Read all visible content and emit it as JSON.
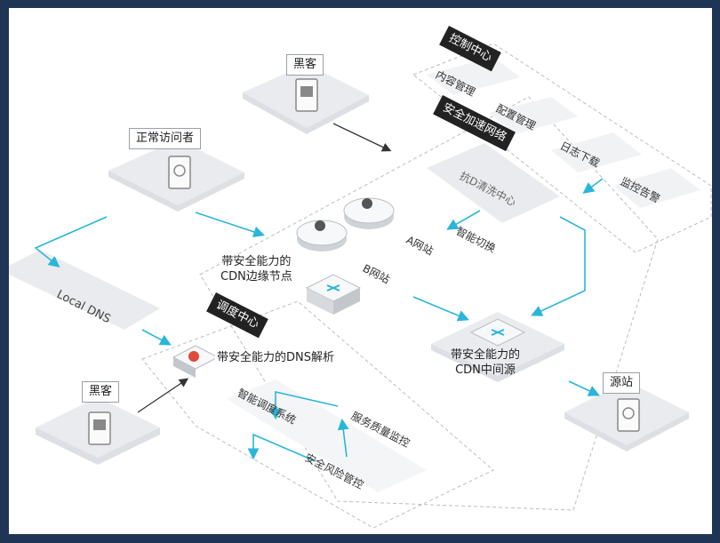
{
  "labels": {
    "hacker_top": "黑客",
    "hacker_bottom": "黑客",
    "normal_visitor": "正常访问者",
    "local_dns": "Local DNS",
    "edge_node_line1": "带安全能力的",
    "edge_node_line2": "CDN边缘节点",
    "mid_source_line1": "带安全能力的",
    "mid_source_line2": "CDN中间源",
    "origin": "源站",
    "dns_resolve": "带安全能力的DNS解析",
    "site_a": "A网站",
    "site_b": "B网站",
    "smart_switch": "智能切换",
    "anti_d_center": "抗D清洗中心"
  },
  "control_center": {
    "title": "控制中心",
    "items": [
      "内容管理",
      "配置管理",
      "日志下载",
      "监控告警"
    ]
  },
  "security_network": {
    "title": "安全加速网络"
  },
  "dispatch_center": {
    "title": "调度中心",
    "items": [
      "智能调度系统",
      "服务质量监控",
      "安全风险管控"
    ]
  },
  "colors": {
    "accent": "#29b6d8",
    "platform": "#e9ebee",
    "dark_label": "#222222",
    "background": "#1f3556"
  }
}
